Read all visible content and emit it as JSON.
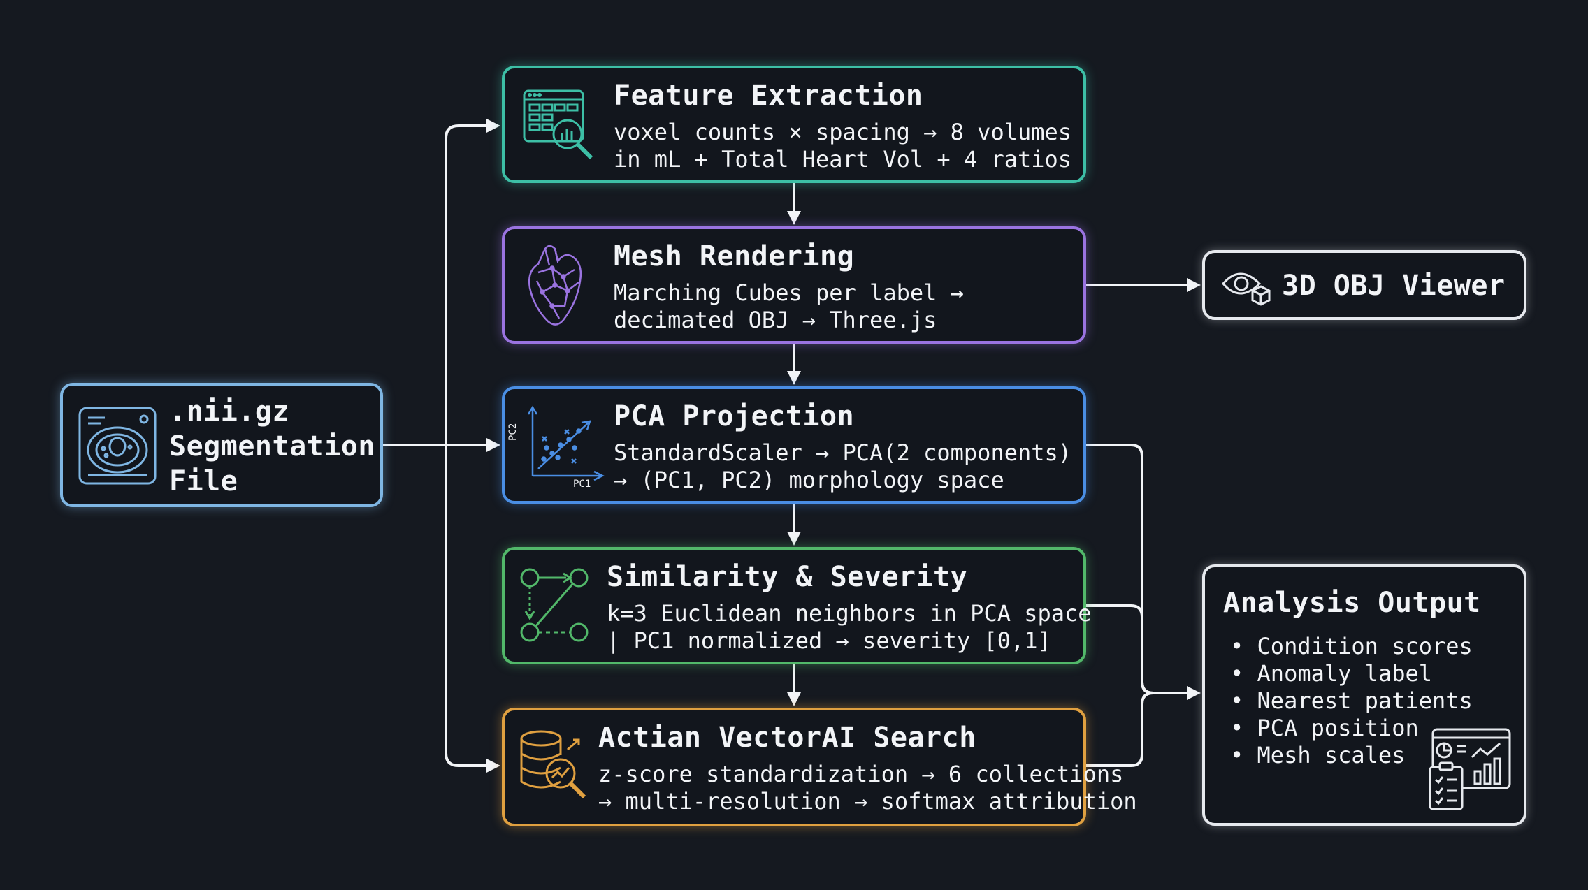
{
  "nodes": {
    "input": {
      "title_lines": [
        ".nii.gz",
        "Segmentation",
        "File"
      ],
      "icon": "scan-icon",
      "color": "#7fb6e3"
    },
    "feature": {
      "title": "Feature Extraction",
      "lines": [
        "voxel counts × spacing → 8 volumes",
        "in mL + Total Heart Vol + 4 ratios"
      ],
      "icon": "table-search-icon",
      "color": "#3dbfa6"
    },
    "mesh": {
      "title": "Mesh Rendering",
      "lines": [
        "Marching Cubes per label →",
        "decimated OBJ → Three.js"
      ],
      "icon": "heart-mesh-icon",
      "color": "#9a73e0"
    },
    "pca": {
      "title": "PCA Projection",
      "lines": [
        "StandardScaler → PCA(2 components)",
        "→ (PC1, PC2) morphology space"
      ],
      "icon": "scatter-plot-icon",
      "axis_x": "PC1",
      "axis_y": "PC2",
      "color": "#4a8ee4"
    },
    "similarity": {
      "title": "Similarity & Severity",
      "lines": [
        "k=3 Euclidean neighbors in PCA space",
        "| PC1 normalized → severity [0,1]"
      ],
      "icon": "graph-nodes-icon",
      "color": "#52b86a"
    },
    "search": {
      "title": "Actian VectorAI Search",
      "lines": [
        "z-score standardization → 6 collections",
        "→ multi-resolution → softmax attribution"
      ],
      "icon": "database-search-icon",
      "color": "#e0a040"
    },
    "viewer": {
      "title": "3D OBJ Viewer",
      "icon": "eye-cube-icon",
      "color": "#e6e9ee"
    },
    "output": {
      "title": "Analysis Output",
      "items": [
        "Condition scores",
        "Anomaly label",
        "Nearest patients",
        "PCA position",
        "Mesh scales"
      ],
      "bullet": "•",
      "icon": "dashboard-report-icon",
      "color": "#e6e9ee"
    }
  },
  "colors": {
    "background": "#151920",
    "connector": "#f2f4f7",
    "text": "#f2f4f7"
  }
}
